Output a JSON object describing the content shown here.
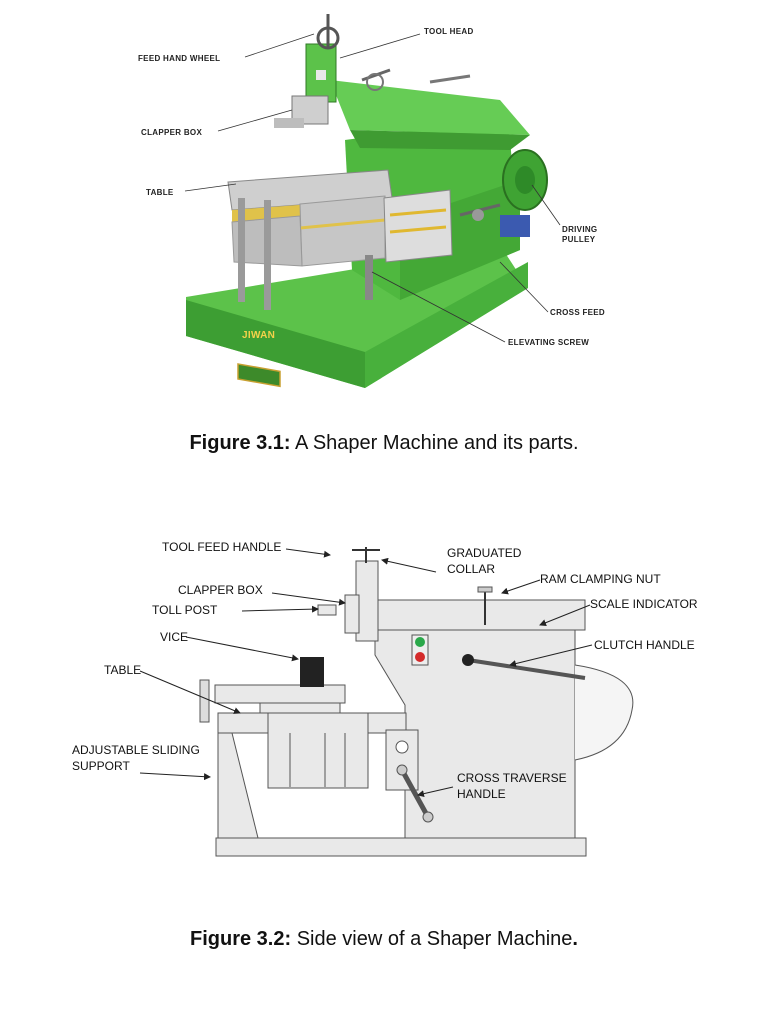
{
  "figure1": {
    "labels": {
      "feed_hand_wheel": "FEED HAND WHEEL",
      "tool_head": "TOOL HEAD",
      "clapper_box": "CLAPPER BOX",
      "table": "TABLE",
      "driving_pulley_1": "DRIVING",
      "driving_pulley_2": "PULLEY",
      "cross_feed": "CROSS FEED",
      "elevating_screw": "ELEVATING SCREW",
      "brand": "JIWAN"
    },
    "caption_bold": "Figure 3.1:",
    "caption_text": " A Shaper Machine and its parts."
  },
  "figure2": {
    "labels": {
      "tool_feed_handle": "TOOL FEED HANDLE",
      "graduated_collar_1": "GRADUATED",
      "graduated_collar_2": "COLLAR",
      "ram_clamping_nut": "RAM CLAMPING NUT",
      "clapper_box": "CLAPPER BOX",
      "toll_post": "TOLL POST",
      "scale_indicator": "SCALE INDICATOR",
      "vice": "VICE",
      "clutch_handle": "CLUTCH HANDLE",
      "table": "TABLE",
      "adjustable_sliding_support_1": "ADJUSTABLE SLIDING",
      "adjustable_sliding_support_2": "SUPPORT",
      "cross_traverse_handle_1": "CROSS TRAVERSE",
      "cross_traverse_handle_2": "HANDLE"
    },
    "caption_bold": "Figure 3.2:",
    "caption_text": " Side view of a Shaper Machine",
    "caption_end": "."
  }
}
